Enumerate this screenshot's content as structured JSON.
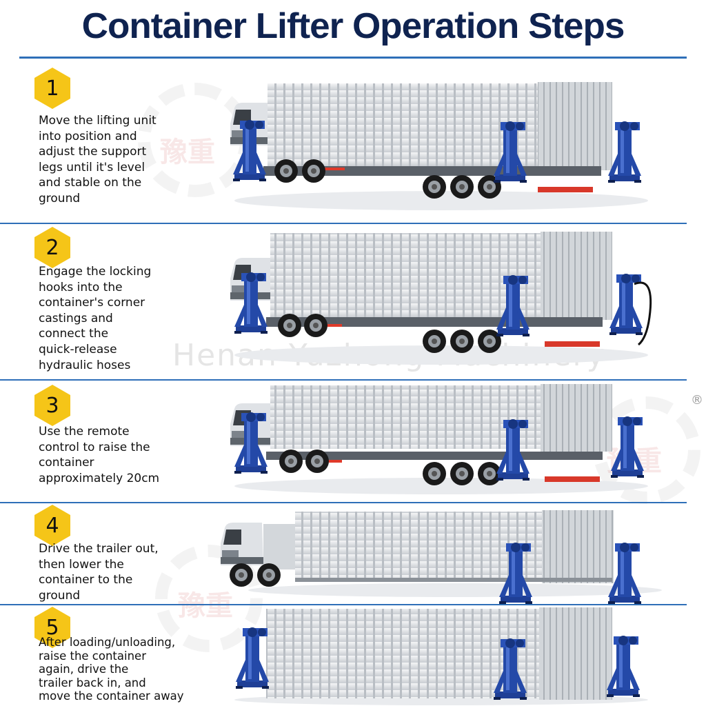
{
  "title": "Container Lifter Operation Steps",
  "steps": [
    {
      "number": "1",
      "text": "Move the lifting unit\ninto position and\nadjust the support\nlegs until it's level\nand stable on the\nground"
    },
    {
      "number": "2",
      "text": "Engage the locking\nhooks into the\ncontainer's corner\ncastings and\nconnect the\nquick-release\nhydraulic hoses"
    },
    {
      "number": "3",
      "text": "Use the remote\ncontrol to raise the\ncontainer\napproximately 20cm"
    },
    {
      "number": "4",
      "text": "Drive the trailer out,\nthen lower the\ncontainer to the\nground"
    },
    {
      "number": "5",
      "text": "After loading/unloading,\nraise the container\nagain, drive the\ntrailer back in, and\nmove the container away"
    }
  ],
  "watermarks": {
    "brand_cn": "豫重",
    "brand_en": "Henan Yuzhong Machinery",
    "registered": "®"
  },
  "colors": {
    "title": "#0f2350",
    "rule": "#2e6fb8",
    "badge": "#f5c518",
    "lifter": "#2449a8"
  }
}
